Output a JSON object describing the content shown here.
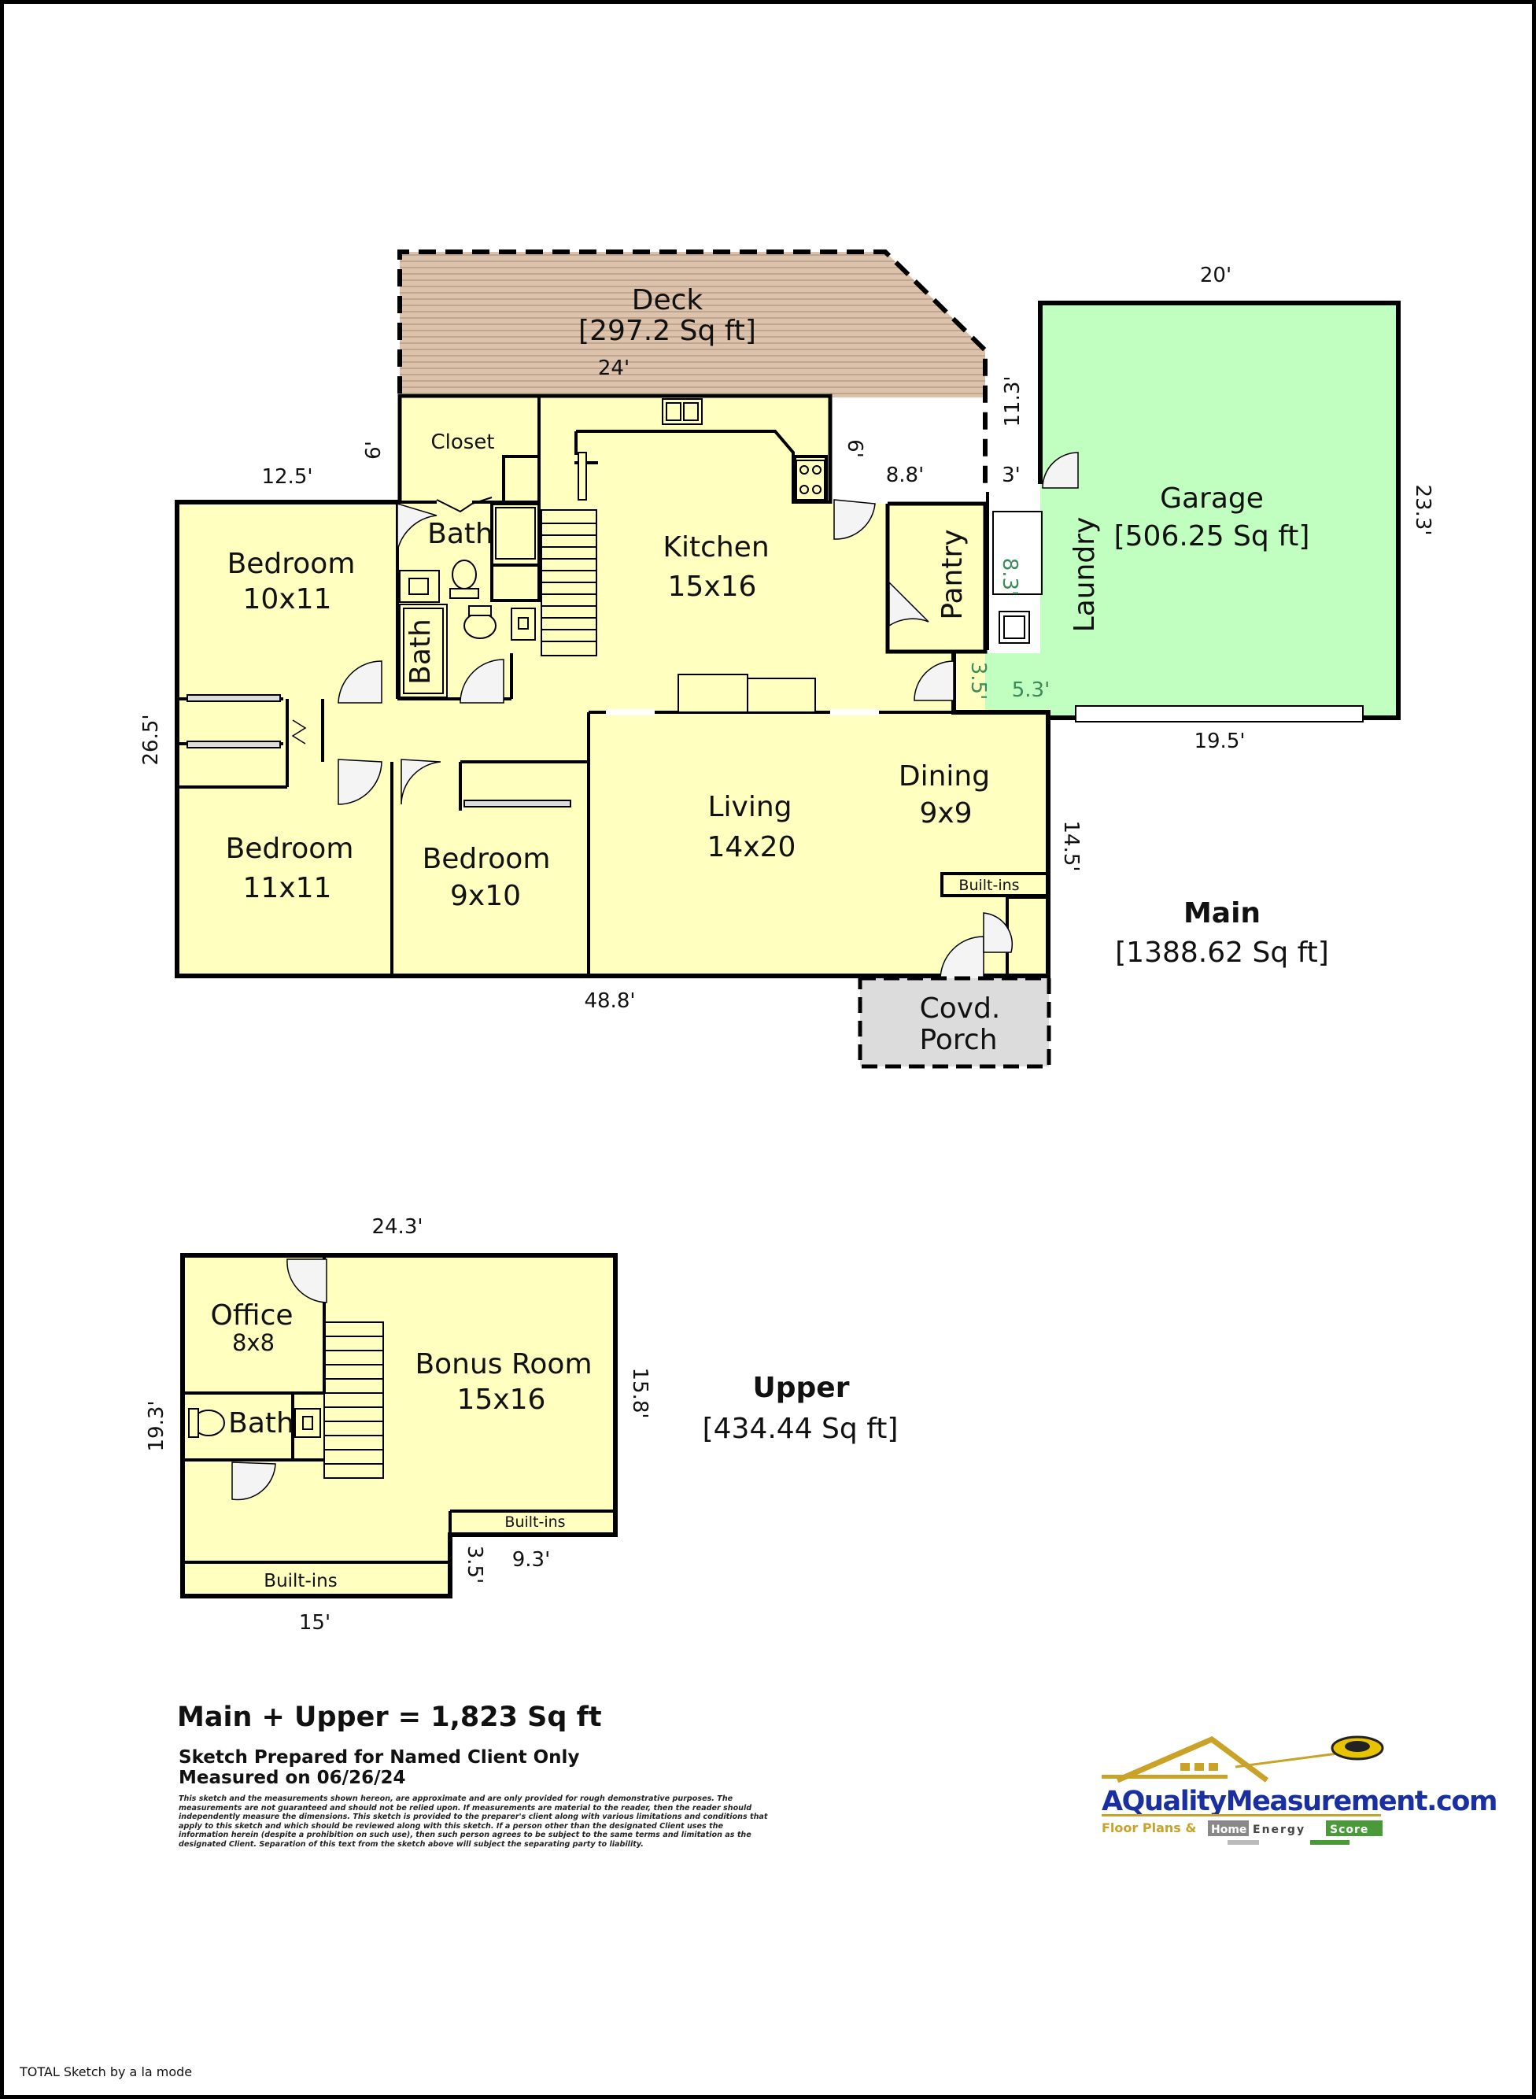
{
  "main": {
    "label": "Main",
    "area": "[1388.62 Sq ft]",
    "rooms": {
      "deck": {
        "name": "Deck",
        "area": "[297.2 Sq ft]"
      },
      "garage": {
        "name": "Garage",
        "area": "[506.25 Sq ft]"
      },
      "closet": "Closet",
      "bath1": "Bath",
      "bath2": "Bath",
      "kitchen": {
        "name": "Kitchen",
        "size": "15x16"
      },
      "pantry": "Pantry",
      "laundry": "Laundry",
      "bedroom1": {
        "name": "Bedroom",
        "size": "10x11"
      },
      "bedroom2": {
        "name": "Bedroom",
        "size": "11x11"
      },
      "bedroom3": {
        "name": "Bedroom",
        "size": "9x10"
      },
      "living": {
        "name": "Living",
        "size": "14x20"
      },
      "dining": {
        "name": "Dining",
        "size": "9x9"
      },
      "builtins": "Built-ins",
      "porch": {
        "line1": "Covd.",
        "line2": "Porch"
      }
    },
    "dims": {
      "deck_width": "24'",
      "deck_depth": "6'",
      "deck_side": "11.3'",
      "deck_right": "8.8'",
      "kitchen_notch": "6'",
      "garage_top": "20'",
      "garage_right": "23.3'",
      "garage_bottom": "19.5'",
      "garage_step": "3'",
      "laundry_8_3": "8.3'",
      "laundry_3_5": "3.5'",
      "laundry_5_3": "5.3'",
      "top_left": "12.5'",
      "left": "26.5'",
      "bottom": "48.8'",
      "right": "14.5'"
    }
  },
  "upper": {
    "label": "Upper",
    "area": "[434.44 Sq ft]",
    "rooms": {
      "office": {
        "name": "Office",
        "size": "8x8"
      },
      "bath": "Bath",
      "bonus": {
        "name": "Bonus Room",
        "size": "15x16"
      },
      "builtins1": "Built-ins",
      "builtins2": "Built-ins"
    },
    "dims": {
      "top": "24.3'",
      "left": "19.3'",
      "right": "15.8'",
      "notch_height": "3.5'",
      "notch_width": "9.3'",
      "bottom": "15'"
    }
  },
  "summary": {
    "total": "Main + Upper = 1,823 Sq ft",
    "prepared": "Sketch Prepared for Named Client Only",
    "measured": "Measured on 06/26/24",
    "disclaimer": "This sketch and the measurements shown hereon, are approximate and are only provided for rough demonstrative purposes. The measurements are not guaranteed and should not be relied upon. If measurements are material to the reader, then the reader should independently measure the dimensions. This sketch is provided to the preparer's client along with various limitations and conditions that apply to this sketch and which should be reviewed along with this sketch. If a person other than the designated Client uses the information herein (despite a prohibition on such use), then such person agrees to be subject to the same terms and limitation as the designated Client. Separation of this text from the sketch above will subject the separating party to liability."
  },
  "logo": {
    "name": "AQualityMeasurement.com",
    "tagline": "Floor Plans &",
    "home": "Home",
    "energy": "Energy",
    "score": "Score"
  },
  "footer": "TOTAL Sketch by a la mode",
  "colors": {
    "room_fill": "#ffffc0",
    "garage_fill": "#c0ffc0",
    "deck_fill": "#dcc0a8",
    "porch_fill": "#dcdcdc",
    "logo_blue": "#1a2fa0",
    "logo_gold": "#c9a227"
  }
}
